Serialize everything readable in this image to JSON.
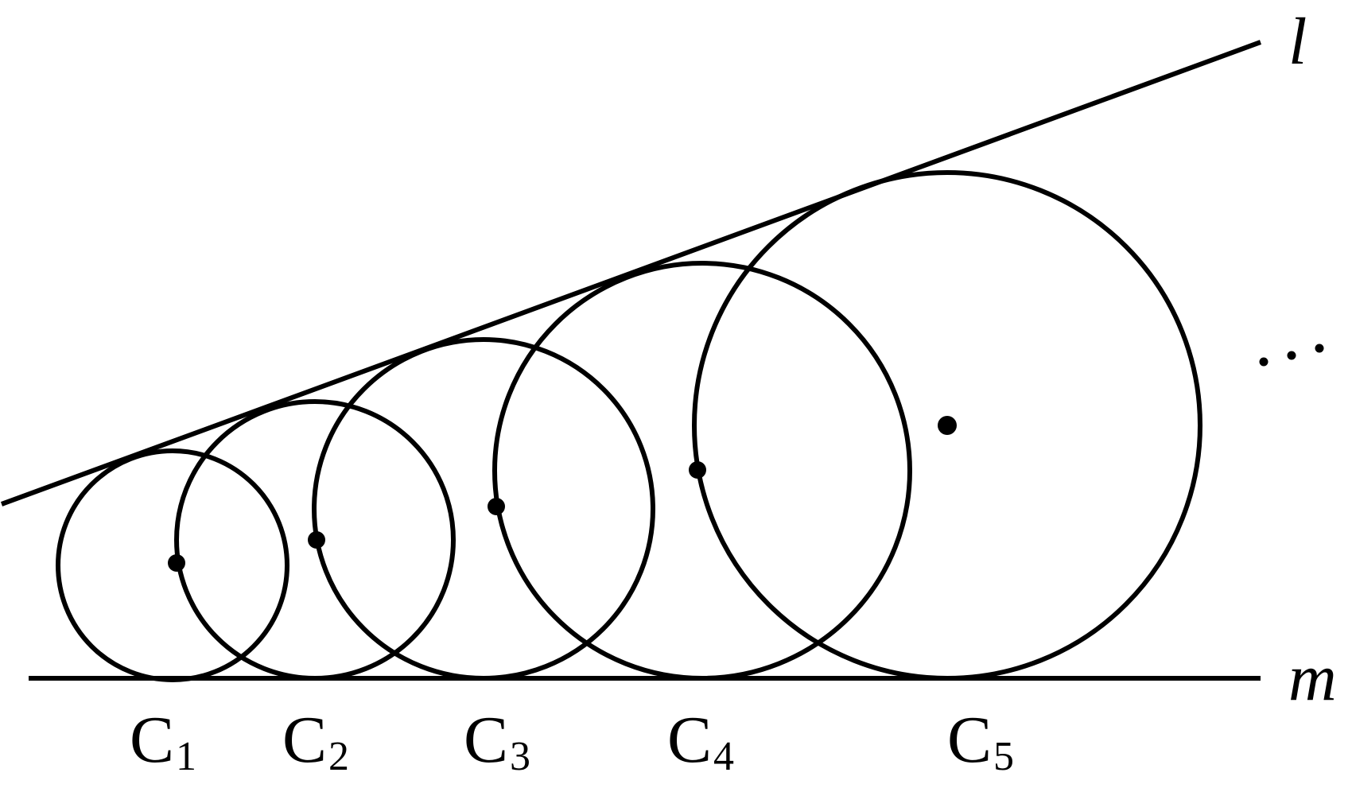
{
  "diagram": {
    "lines": [
      {
        "id": "l",
        "label": "l"
      },
      {
        "id": "m",
        "label": "m"
      }
    ],
    "circles": [
      {
        "id": "C1",
        "letter": "C",
        "index": "1"
      },
      {
        "id": "C2",
        "letter": "C",
        "index": "2"
      },
      {
        "id": "C3",
        "letter": "C",
        "index": "3"
      },
      {
        "id": "C4",
        "letter": "C",
        "index": "4"
      },
      {
        "id": "C5",
        "letter": "C",
        "index": "5"
      }
    ],
    "continuation": "...",
    "color": "#000000"
  }
}
